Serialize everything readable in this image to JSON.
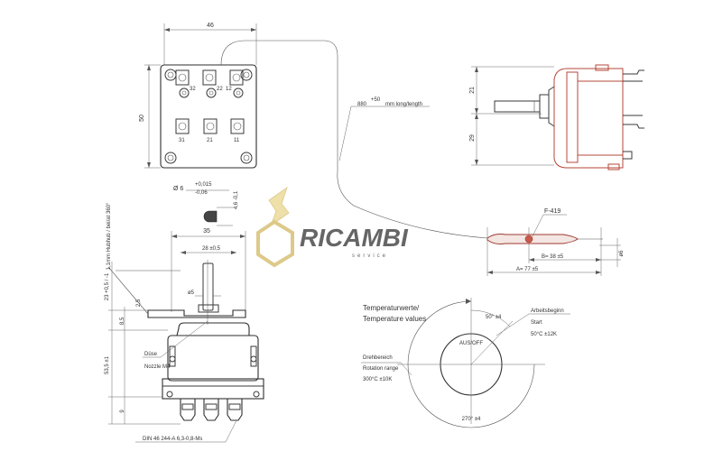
{
  "top_view": {
    "width": "46",
    "height": "50",
    "terminals_top": [
      "32",
      "22",
      "12"
    ],
    "terminals_bottom": [
      "31",
      "21",
      "11"
    ]
  },
  "capillary": {
    "length_base": "880",
    "length_tol": "+50",
    "length_unit": "mm long/length"
  },
  "side_view": {
    "dim_upper": "21",
    "dim_lower": "29"
  },
  "shaft": {
    "diameter": "Ø 6",
    "tol_upper": "+0,015",
    "tol_lower": "-0,06",
    "flat": "4,6 -0,1"
  },
  "logo": {
    "name": "RICAMBI",
    "sub": "service"
  },
  "front_view": {
    "dim_35": "35",
    "dim_28": "28 ±0,5",
    "dim_d5": "ø5",
    "dim_25": "2,5",
    "dim_85": "8,5",
    "dim_235": "23 +0,5 / -1",
    "dim_535": "53,5 ±1",
    "dim_9": "9",
    "stroke_note": "1,1mm Hubhub / bei/at 360°",
    "nozzle_de": "Düse",
    "nozzle_en": "Nozzle M4",
    "din": "DIN 46 244-A 6,3-0,8-Ms"
  },
  "bulb": {
    "material": "F-419",
    "dim_b": "B= 38 ±5",
    "dim_a": "A= 77 ±5",
    "diameter": "ø6"
  },
  "dial": {
    "title_de": "Temperaturwerte/",
    "title_en": "Temperature values",
    "off_label": "AUS/OFF",
    "start_angle": "50° ±4",
    "start_label_de": "Arbeitsbeginn",
    "start_label_en": "Start",
    "start_temp": "50°C ±12K",
    "range_de": "Drehbereich",
    "range_en": "Rotation range",
    "range_temp": "300°C ±10K",
    "rotation": "270° ±4"
  },
  "colors": {
    "capillary": "#b5473a",
    "bulb_fill": "#f4e6e2",
    "logo": "#d9c07a"
  }
}
